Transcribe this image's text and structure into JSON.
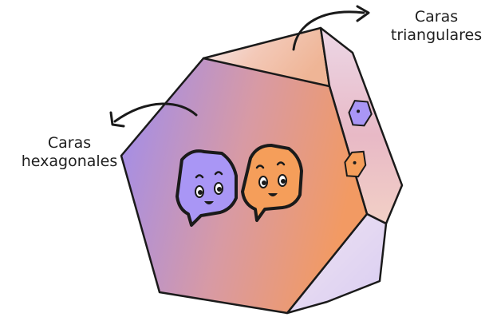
{
  "labels": {
    "triangular": {
      "line1": "Caras",
      "line2": "triangulares"
    },
    "hexagonal": {
      "line1": "Caras",
      "line2": "hexagonales"
    }
  },
  "colors": {
    "hex_face_start": "#9d8cf0",
    "hex_face_end": "#f29a63",
    "outline": "#1a1a1a",
    "purple_mascot": "#a996f5",
    "orange_mascot": "#f59e5a",
    "label_text": "#1f1f1f"
  },
  "icons": [
    "arrow-curved-icon",
    "purple-mascot-icon",
    "orange-mascot-icon"
  ]
}
